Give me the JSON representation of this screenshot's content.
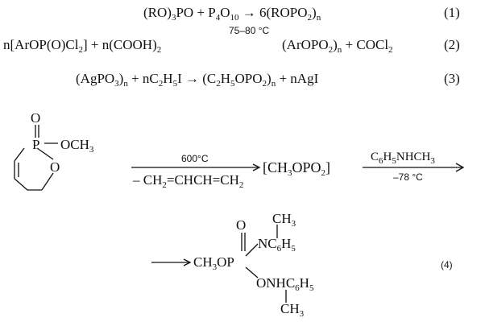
{
  "equations": [
    {
      "id": 1,
      "parts": [
        "(RO)",
        "3",
        "PO + P",
        "4",
        "O",
        "10",
        " → 6(ROPO",
        "2",
        ")",
        "n"
      ],
      "number": "(1)"
    },
    {
      "id": 2,
      "lhs_parts": [
        "n[ArOP(O)Cl",
        "2",
        "] + n(COOH)",
        "2"
      ],
      "condition": "75–80 °C",
      "rhs_parts": [
        "(ArOPO",
        "2",
        ")",
        "n",
        " + COCl",
        "2"
      ],
      "number": "(2)"
    },
    {
      "id": 3,
      "parts": [
        "(AgPO",
        "3",
        ")",
        "n",
        " + nC",
        "2",
        "H",
        "5",
        "I → (C",
        "2",
        "H",
        "5",
        "OPO",
        "2",
        ")",
        "n",
        " + nAgI"
      ],
      "number": "(3)"
    }
  ],
  "scheme4": {
    "ring": {
      "carbonyl_o": "O",
      "phosphorus": "P",
      "substituent": "OCH",
      "substituent_sub": "3",
      "ring_o": "O"
    },
    "step1": {
      "above": "600°C",
      "below_parts": [
        "– CH",
        "2",
        "=CHCH=CH",
        "2"
      ]
    },
    "intermediate_parts": [
      "[CH",
      "3",
      "OPO",
      "2",
      "]"
    ],
    "step2": {
      "above_parts": [
        "C",
        "6",
        "H",
        "5",
        "NHCH",
        "3"
      ],
      "below": "–78 °C"
    },
    "product": {
      "left_parts": [
        "CH",
        "3",
        "OP"
      ],
      "o_top": "O",
      "methyl_top_parts": [
        "CH",
        "3"
      ],
      "n_upper_parts": [
        "NC",
        "6",
        "H",
        "5"
      ],
      "o_lower_parts": [
        "ONHC",
        "6",
        "H",
        "5"
      ],
      "methyl_bottom_parts": [
        "CH",
        "3"
      ]
    },
    "number": "(4)"
  }
}
